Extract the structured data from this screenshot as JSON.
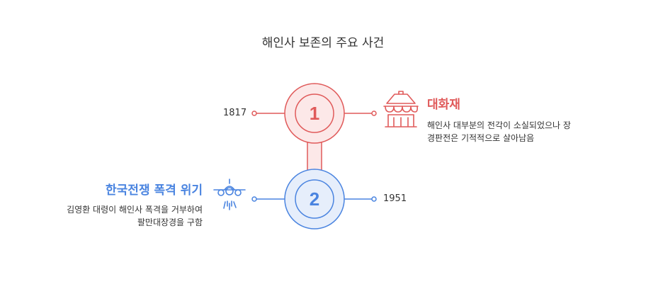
{
  "title": "해인사 보존의 주요 사건",
  "colors": {
    "fire": "#e05a5a",
    "war": "#4a84e0",
    "fire_fill": "#fce8e8",
    "war_fill": "#e6eefb"
  },
  "events": [
    {
      "number": "1",
      "year": "1817",
      "title": "대화재",
      "description_lines": [
        "해인사 대부분의 전각이 소실되었으나 장",
        "경판전은 기적적으로 살아남음"
      ],
      "icon": "temple-icon"
    },
    {
      "number": "2",
      "year": "1951",
      "title": "한국전쟁 폭격 위기",
      "description_lines": [
        "김영환 대령이 해인사 폭격을 거부하여",
        "팔만대장경을 구함"
      ],
      "icon": "bomber-plane-icon"
    }
  ]
}
